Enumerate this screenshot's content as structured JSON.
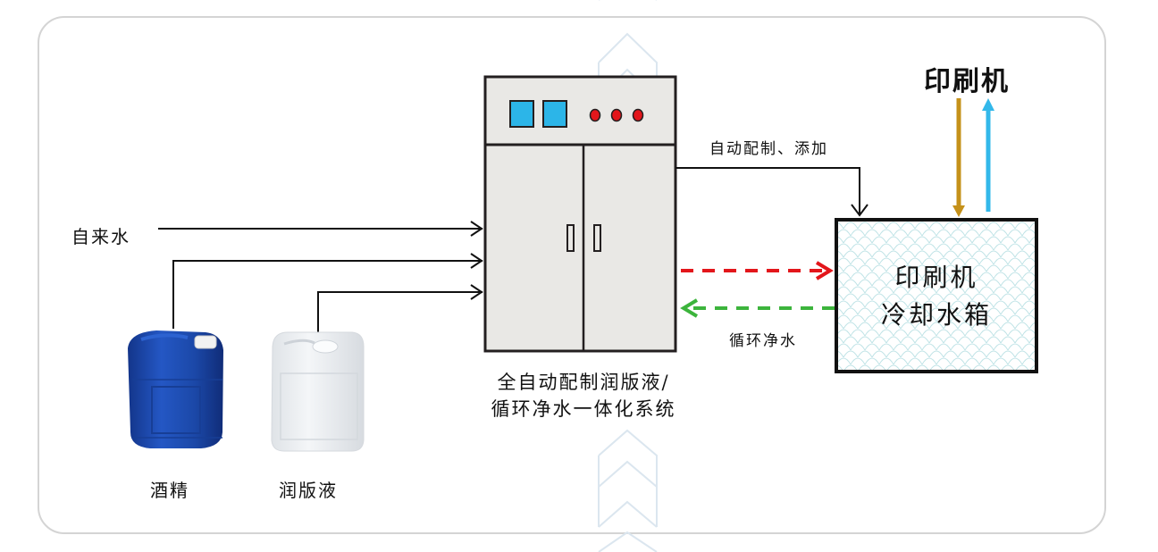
{
  "diagram": {
    "inputs": {
      "tap_water": "自来水",
      "alcohol": "酒精",
      "fountain_solution": "润版液"
    },
    "system": {
      "label_line1": "全自动配制润版液/",
      "label_line2": "循环净水一体化系统"
    },
    "flows": {
      "auto_dosing": "自动配制、添加",
      "recycled_water": "循环净水"
    },
    "printing_press": "印刷机",
    "cooling_tank": {
      "line1": "印刷机",
      "line2": "冷却水箱"
    },
    "colors": {
      "cabinet_fill": "#e9e8e5",
      "cabinet_stroke": "#231f20",
      "display_blue": "#2cb5e8",
      "indicator_red": "#e3161b",
      "flow_red": "#e3161b",
      "flow_green": "#3cb43c",
      "press_in_gold": "#c5911a",
      "press_out_blue": "#33b8ea",
      "jerrycan_blue": "#1b48a8",
      "jerrycan_white": "#eceff2",
      "tank_pattern": "#bfe3e6",
      "panel_border": "#d4d4d4",
      "watermark": "#dbe6ef"
    }
  }
}
